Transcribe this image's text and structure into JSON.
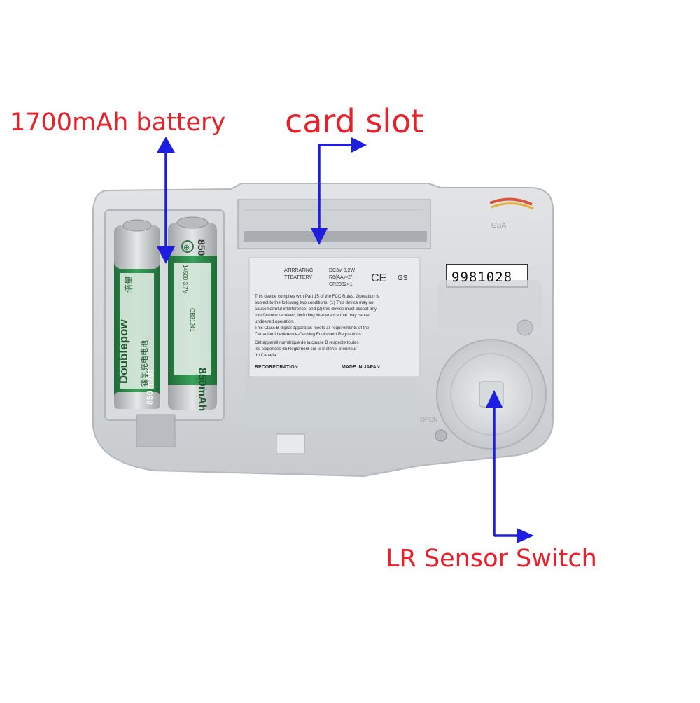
{
  "colors": {
    "callout_text": "#e8202a",
    "arrow": "#1e1ee0",
    "shell": "#d7d9dc",
    "shell_edge": "#b9bcc0",
    "battery_green": "#2f8a4a",
    "battery_silver": "#c9ccce",
    "sticker": "#e9eaeb"
  },
  "callouts": {
    "battery": "1700mAh battery",
    "card_slot": "card slot",
    "lr_sensor": "LR Sensor Switch"
  },
  "device": {
    "serial_number": "9981028",
    "battery_left": {
      "brand": "Doublepow",
      "brand_cn": "倍量",
      "capacity": "850 mAh",
      "subtitle_cn": "镍氢充电电池"
    },
    "battery_right": {
      "capacity": "850mAh",
      "plus_mark": "⊕",
      "model": "14500 3.7V",
      "standard": "GB31241",
      "top_capacity": "850"
    },
    "sticker": {
      "rating_left_1": "ATIRRATING",
      "rating_right_1": "DC3V 0.2W",
      "rating_left_2": "TTBATTERY",
      "rating_right_2": "R6(AA)×2/",
      "rating_right_3": "CR2032×1",
      "ce_mark": "CE",
      "gs_mark": "GS",
      "fcc_text_1": "This device complies with Part 15 of the FCC Rules. Operation is",
      "fcc_text_2": "subject to the following two conditions: (1) This device may not",
      "fcc_text_3": "cause harmful interference, and (2) this device must accept any",
      "fcc_text_4": "interference received, including interference that may cause",
      "fcc_text_5": "undesired operation.",
      "classb_1": "This Class B digital apparatus meets all requirements of the",
      "classb_2": "Canadian Interference-Causing Equipment Regulations.",
      "fr_1": "Cet appareil numérique de la classe B respecte toutes",
      "fr_2": "les exigences du Règlement sur le matériel brouilleur",
      "fr_3": "du Canada.",
      "corporation": "RPCORPORATION",
      "made_in": "MADE IN JAPAN"
    },
    "shell_marks": {
      "gba": "GBA",
      "open": "OPEN"
    }
  }
}
